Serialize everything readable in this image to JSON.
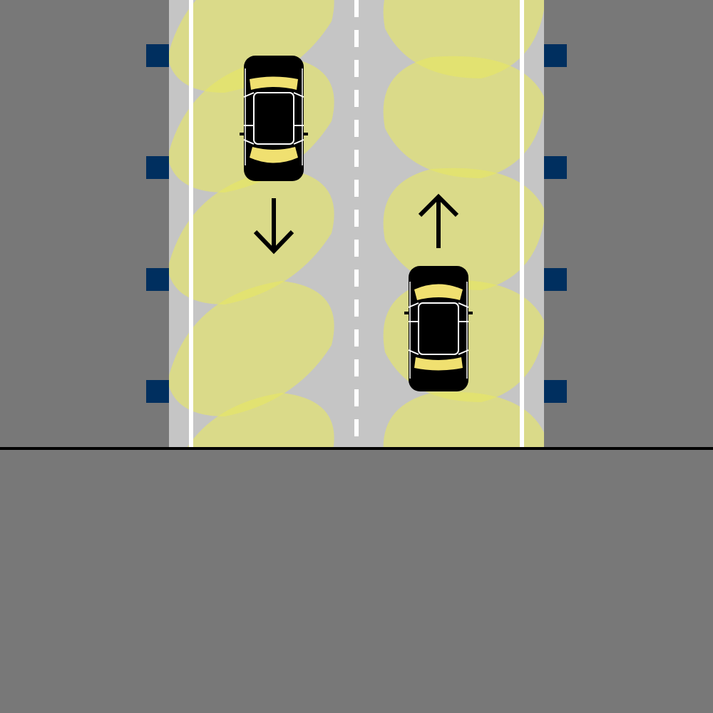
{
  "scene": {
    "background_color": "#787878",
    "road_color": "#c5c5c5",
    "edge_line_color": "#ffffff",
    "center_line_color": "#ffffff",
    "light_color": "#e8e860",
    "light_opacity": 0.6,
    "post_color": "#002f5f",
    "divider_color": "#000000",
    "car_color": "#000000",
    "car_accent_color": "#f0e070"
  },
  "lanes": [
    {
      "id": "left",
      "direction": "down",
      "icon": "arrow-down-icon"
    },
    {
      "id": "right",
      "direction": "up",
      "icon": "arrow-up-icon"
    }
  ],
  "light_posts": {
    "per_side": 4,
    "sides": [
      "left",
      "right"
    ]
  },
  "cars": [
    {
      "lane": "left",
      "heading": "south",
      "icon": "car-icon"
    },
    {
      "lane": "right",
      "heading": "north",
      "icon": "car-icon"
    }
  ]
}
